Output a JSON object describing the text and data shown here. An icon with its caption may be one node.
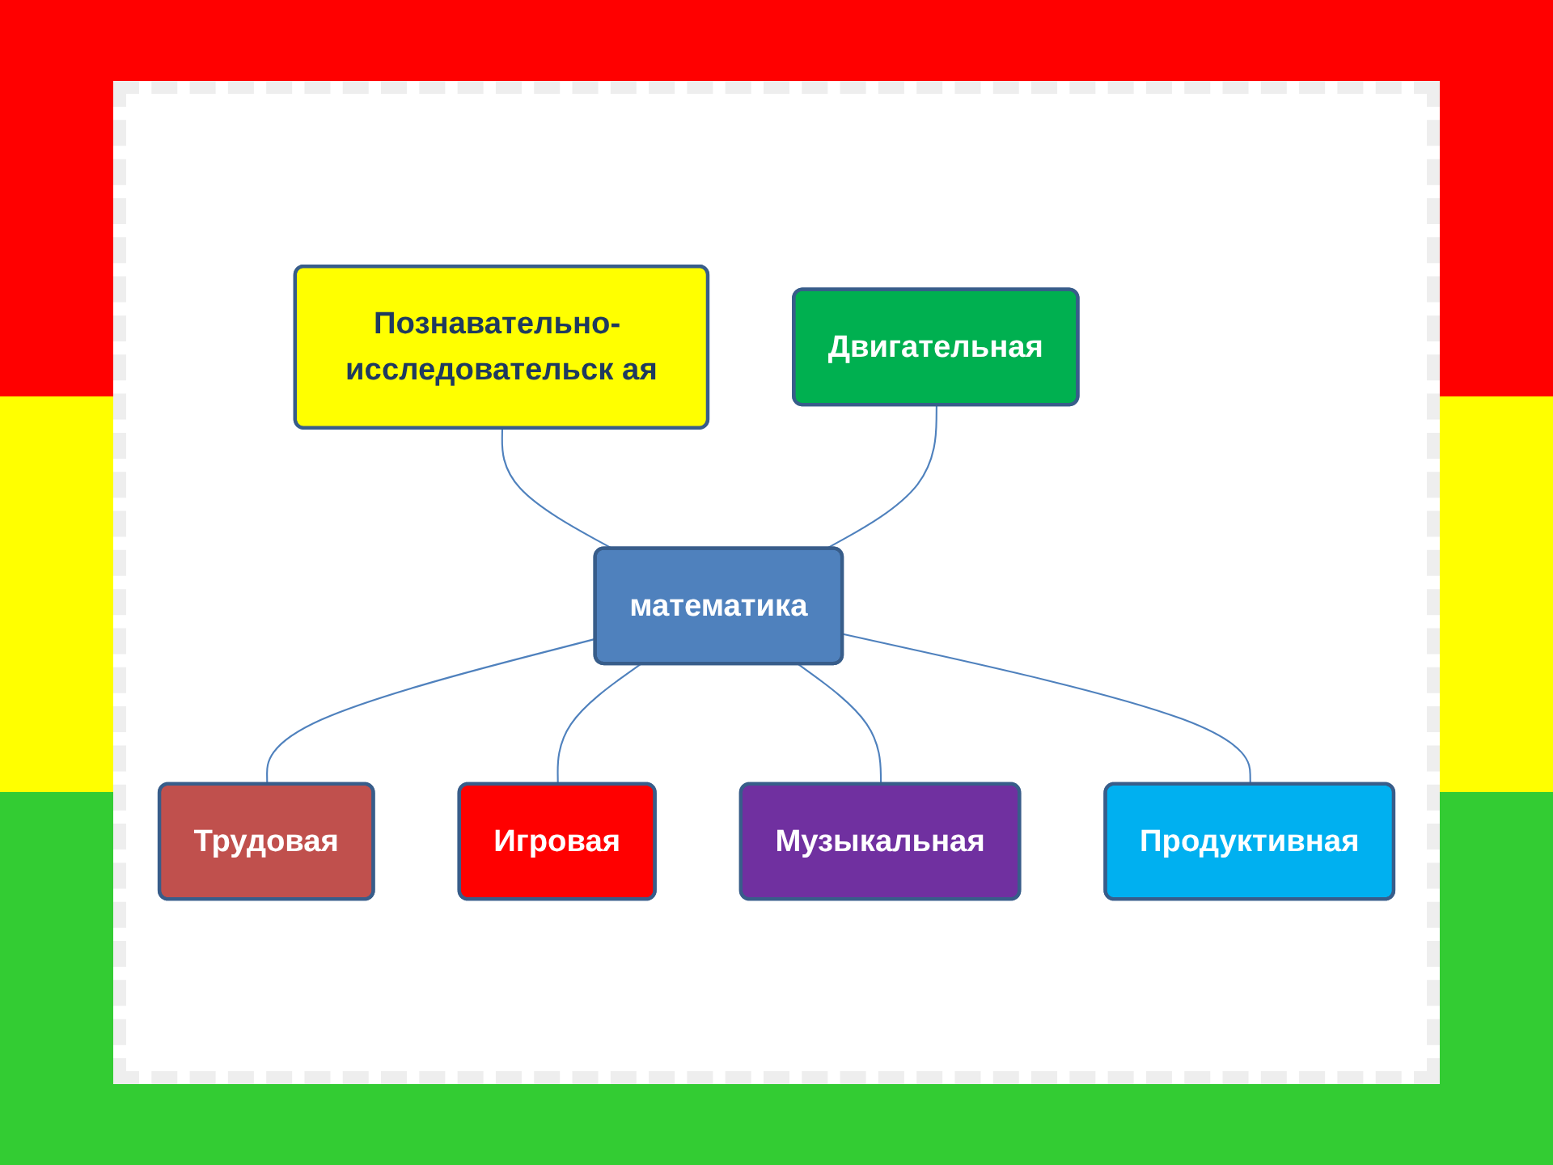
{
  "diagram": {
    "nodes": [
      {
        "text": [
          "Познавательно- исследовательск ая"
        ]
      },
      {
        "text": [
          "Двигательная"
        ]
      },
      {
        "text": [
          "Трудовая"
        ]
      },
      {
        "text": [
          "математика"
        ]
      },
      {
        "text": [
          "Игровая"
        ]
      },
      {
        "text": [
          "Музыкальная"
        ]
      },
      {
        "text": [
          "Продуктивная"
        ]
      }
    ],
    "edges": [
      {
        "from": 0,
        "to": 3,
        "arrow": "none"
      },
      {
        "from": 1,
        "to": 3,
        "arrow": "none"
      },
      {
        "from": 3,
        "to": 2,
        "arrow": "none"
      },
      {
        "from": 3,
        "to": 4,
        "arrow": "none"
      },
      {
        "from": 3,
        "to": 5,
        "arrow": "none"
      },
      {
        "from": 3,
        "to": 6,
        "arrow": "none"
      }
    ]
  }
}
